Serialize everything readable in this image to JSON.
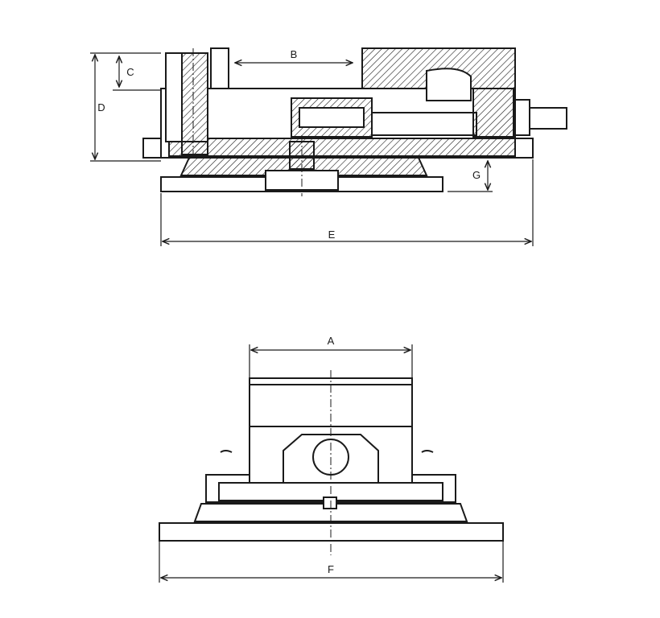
{
  "dimensions": {
    "A": "A",
    "B": "B",
    "C": "C",
    "D": "D",
    "E": "E",
    "F": "F",
    "G": "G"
  },
  "colors": {
    "line": "#1a1a1a",
    "background": "#ffffff"
  }
}
